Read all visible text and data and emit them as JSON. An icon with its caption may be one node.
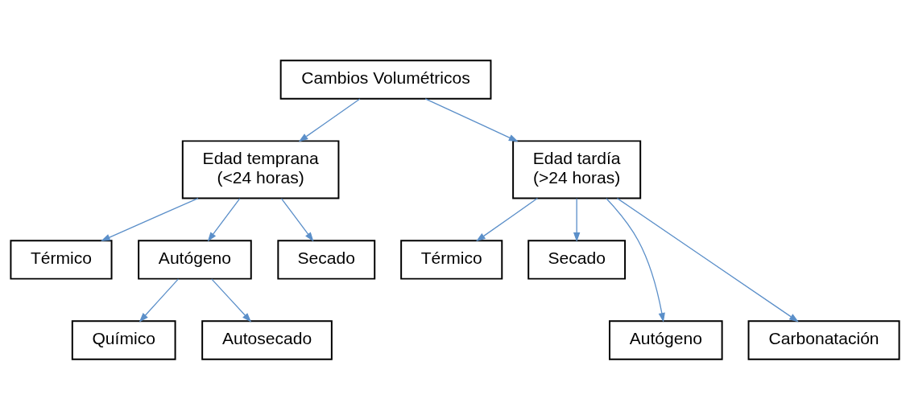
{
  "diagram": {
    "nodes": [
      {
        "text": [
          "Cambios Volumétricos"
        ]
      },
      {
        "text": [
          "Edad temprana (<24 horas)"
        ]
      },
      {
        "text": [
          "Edad tardía (>24 horas)"
        ]
      },
      {
        "text": [
          "Térmico"
        ]
      },
      {
        "text": [
          "Autógeno"
        ]
      },
      {
        "text": [
          "Secado"
        ]
      },
      {
        "text": [
          "Térmico"
        ]
      },
      {
        "text": [
          "Secado"
        ]
      },
      {
        "text": [
          "Químico"
        ]
      },
      {
        "text": [
          "Autosecado"
        ]
      },
      {
        "text": [
          "Autógeno"
        ]
      },
      {
        "text": [
          "Carbonatación"
        ]
      }
    ],
    "edges": [
      {
        "from": 0,
        "to": 1,
        "arrow": "to"
      },
      {
        "from": 0,
        "to": 2,
        "arrow": "to"
      },
      {
        "from": 1,
        "to": 3,
        "arrow": "to"
      },
      {
        "from": 1,
        "to": 4,
        "arrow": "to"
      },
      {
        "from": 1,
        "to": 5,
        "arrow": "to"
      },
      {
        "from": 4,
        "to": 8,
        "arrow": "to"
      },
      {
        "from": 4,
        "to": 9,
        "arrow": "to"
      },
      {
        "from": 2,
        "to": 6,
        "arrow": "to"
      },
      {
        "from": 2,
        "to": 10,
        "arrow": "to"
      },
      {
        "from": 2,
        "to": 11,
        "arrow": "to"
      },
      {
        "from": 2,
        "to": 7,
        "arrow": "to"
      }
    ]
  }
}
